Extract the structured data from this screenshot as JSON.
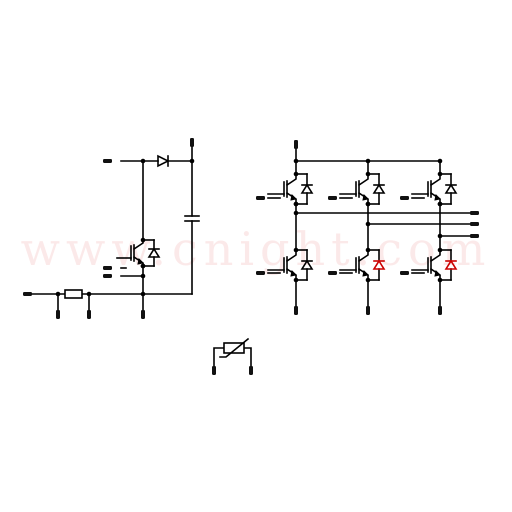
{
  "colors": {
    "line": "#000000",
    "terminal": "#111111",
    "highlight": "#cc0000",
    "watermark": "#f0a0a0",
    "background": "#ffffff"
  },
  "watermark": {
    "text": "www.cnight.com"
  },
  "components": {
    "brake_chopper": {
      "name": "brake-chopper-igbt",
      "type": "igbt-with-diode"
    },
    "freewheel_diode": {
      "name": "freewheel-diode",
      "type": "diode"
    },
    "dc_link_capacitor": {
      "name": "dc-link-capacitor",
      "type": "capacitor"
    },
    "shunt_resistor": {
      "name": "shunt-resistor",
      "type": "resistor"
    },
    "thermistor": {
      "name": "ntc-thermistor",
      "type": "thermistor"
    },
    "inverter_legs": [
      {
        "name": "phase-u",
        "type": "igbt-half-bridge"
      },
      {
        "name": "phase-v",
        "type": "igbt-half-bridge"
      },
      {
        "name": "phase-w",
        "type": "igbt-half-bridge"
      }
    ]
  }
}
